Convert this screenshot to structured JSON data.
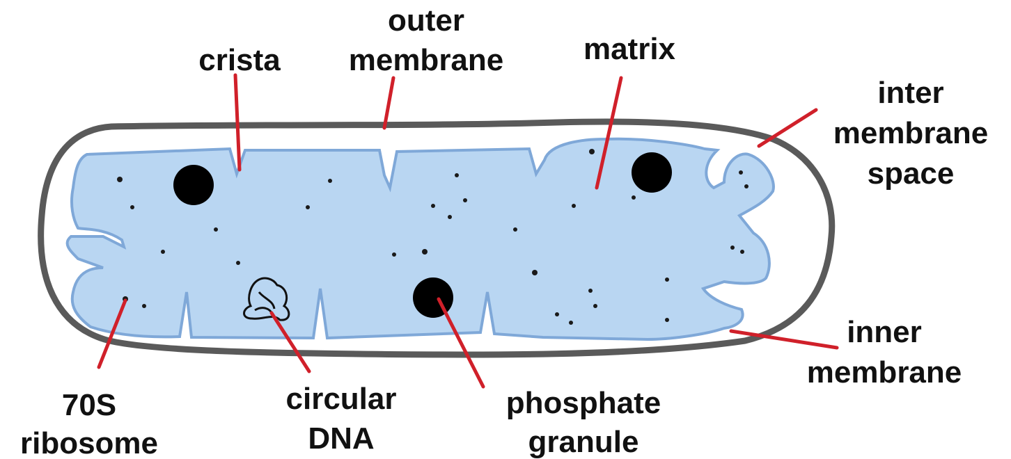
{
  "labels": {
    "crista": "crista",
    "outer_membrane_1": "outer",
    "outer_membrane_2": "membrane",
    "matrix": "matrix",
    "inter_1": "inter",
    "inter_2": "membrane",
    "inter_3": "space",
    "inner_1": "inner",
    "inner_2": "membrane",
    "ribosome_1": "70S",
    "ribosome_2": "ribosome",
    "dna_1": "circular",
    "dna_2": "DNA",
    "granule_1": "phosphate",
    "granule_2": "granule"
  },
  "colors": {
    "outer_membrane": "#5a5a5a",
    "matrix_fill": "#b9d6f2",
    "inner_membrane": "#7fa8d8",
    "leader_line": "#d0202a",
    "granule": "#000000",
    "text": "#111111"
  }
}
